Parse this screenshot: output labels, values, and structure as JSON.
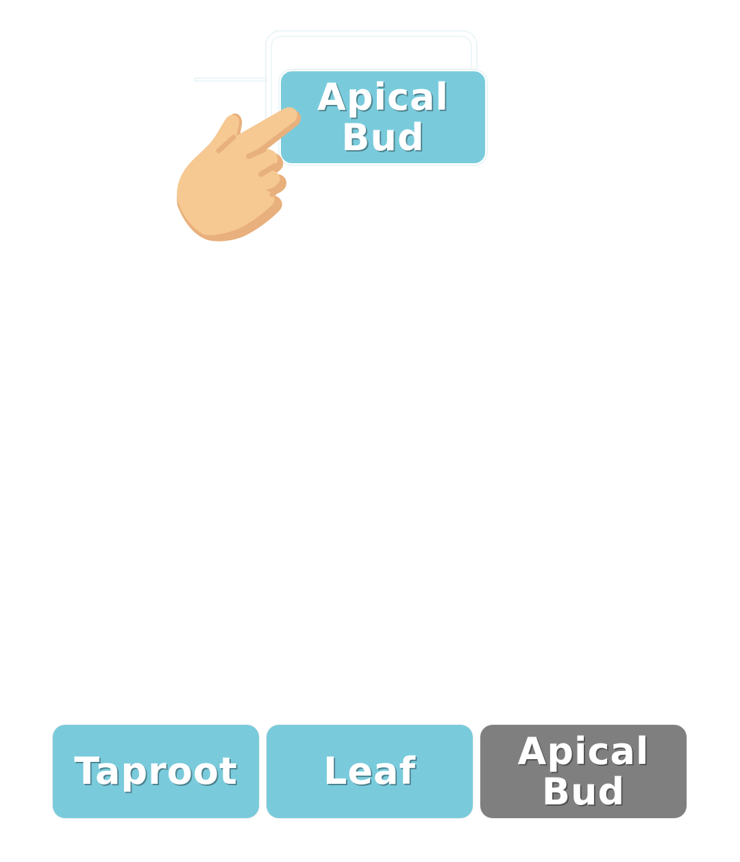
{
  "dragging_card": {
    "lines": [
      "Apical",
      "Bud"
    ]
  },
  "options": [
    {
      "lines": [
        "Taproot"
      ],
      "state": "available"
    },
    {
      "lines": [
        "Leaf"
      ],
      "state": "available"
    },
    {
      "lines": [
        "Apical",
        "Bud"
      ],
      "state": "used"
    }
  ],
  "colors": {
    "card_blue": "#79cbdc",
    "card_used": "#7f7f7f",
    "text": "#ffffff",
    "hand_skin": "#f6c892",
    "hand_shadow": "#e8b07c"
  },
  "icons": {
    "pointer": "pointing-hand-icon"
  }
}
